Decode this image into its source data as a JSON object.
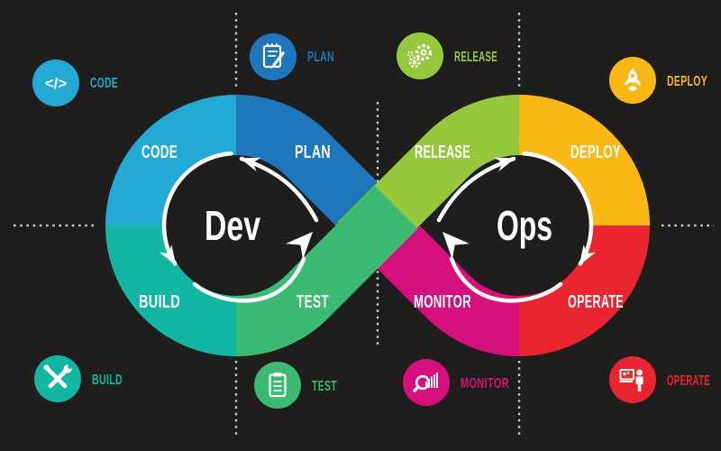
{
  "colors": {
    "background": "#1F1E1C",
    "dash": "#C9C9C4",
    "white": "#FFFFFF",
    "cyan": "#24A9D4",
    "blue": "#1E76BD",
    "teal": "#13B5A3",
    "green": "#3CBA71",
    "lime": "#96C83D",
    "yellow": "#F9B815",
    "magenta": "#D5107E",
    "red": "#E92530"
  },
  "center": {
    "dev_label": "Dev",
    "ops_label": "Ops"
  },
  "bands": {
    "code": "CODE",
    "plan": "PLAN",
    "build": "BUILD",
    "test": "TEST",
    "release": "RELEASE",
    "deploy": "DEPLOY",
    "monitor": "MONITOR",
    "operate": "OPERATE"
  },
  "legend": {
    "code": {
      "label": "CODE",
      "icon": "code-brackets-icon",
      "glyph": "</>"
    },
    "plan": {
      "label": "PLAN",
      "icon": "notepad-pencil-icon"
    },
    "release": {
      "label": "RELEASE",
      "icon": "gears-icon"
    },
    "deploy": {
      "label": "DEPLOY",
      "icon": "rocket-icon"
    },
    "build": {
      "label": "BUILD",
      "icon": "crossed-tools-icon"
    },
    "test": {
      "label": "TEST",
      "icon": "clipboard-checklist-icon"
    },
    "monitor": {
      "label": "MONITOR",
      "icon": "magnifier-chart-icon"
    },
    "operate": {
      "label": "OPERATE",
      "icon": "person-dashboard-icon"
    }
  }
}
